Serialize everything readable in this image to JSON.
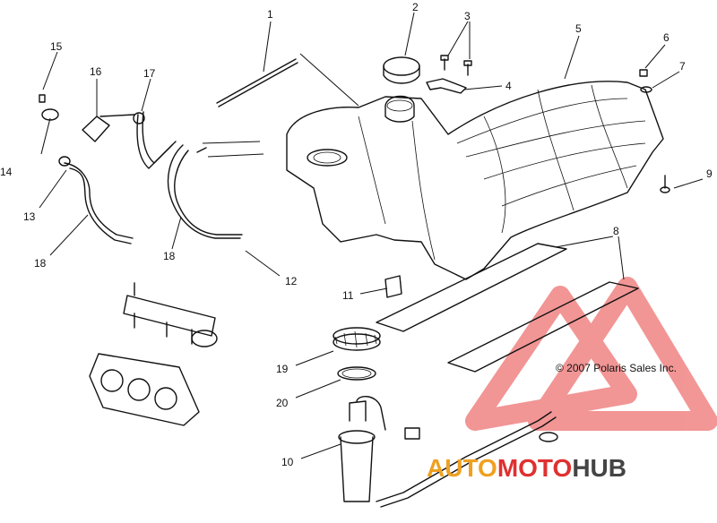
{
  "diagram": {
    "copyright": "© 2007 Polaris Sales Inc.",
    "watermark": {
      "part1": "AUTO",
      "part2": "MOTO",
      "part3": "HUB",
      "colors": {
        "auto": "#f0a020",
        "moto": "#e03030",
        "hub": "#444444",
        "logo": "#e84040"
      }
    },
    "callouts": [
      {
        "id": "c1",
        "text": "1"
      },
      {
        "id": "c2",
        "text": "2"
      },
      {
        "id": "c3",
        "text": "3"
      },
      {
        "id": "c4",
        "text": "4"
      },
      {
        "id": "c5",
        "text": "5"
      },
      {
        "id": "c6",
        "text": "6"
      },
      {
        "id": "c7",
        "text": "7"
      },
      {
        "id": "c8",
        "text": "8"
      },
      {
        "id": "c9",
        "text": "9"
      },
      {
        "id": "c10",
        "text": "10"
      },
      {
        "id": "c11",
        "text": "11"
      },
      {
        "id": "c12",
        "text": "12"
      },
      {
        "id": "c13",
        "text": "13"
      },
      {
        "id": "c14",
        "text": "14"
      },
      {
        "id": "c15",
        "text": "15"
      },
      {
        "id": "c16",
        "text": "16"
      },
      {
        "id": "c17",
        "text": "17"
      },
      {
        "id": "c18a",
        "text": "18"
      },
      {
        "id": "c18b",
        "text": "18"
      },
      {
        "id": "c19",
        "text": "19"
      },
      {
        "id": "c20",
        "text": "20"
      }
    ]
  }
}
